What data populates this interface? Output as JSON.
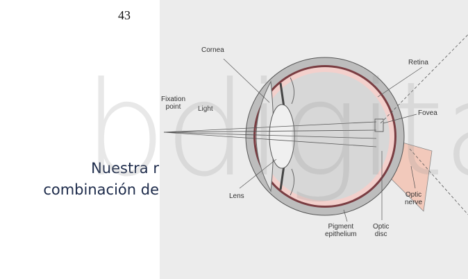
{
  "page_number": "43",
  "body_text": {
    "line1": "Nuestra r",
    "line2": "combinación de"
  },
  "watermark": "bdigital",
  "diagram": {
    "labels": {
      "fixation_point": "Fixation\npoint",
      "light": "Light",
      "cornea": "Cornea",
      "lens": "Lens",
      "retina": "Retina",
      "fovea": "Fovea",
      "pigment_epithelium": "Pigment\nepithelium",
      "optic_disc": "Optic\ndisc",
      "optic_nerve": "Optic\nnerve"
    },
    "colors": {
      "panel": "#ececec",
      "sclera": "#bdbdbd",
      "eye_interior": "#d7d7d7",
      "retina": "#f3d0cc",
      "pigment": "#7a3d42",
      "optic_nerve": "#f2c9bb"
    }
  }
}
